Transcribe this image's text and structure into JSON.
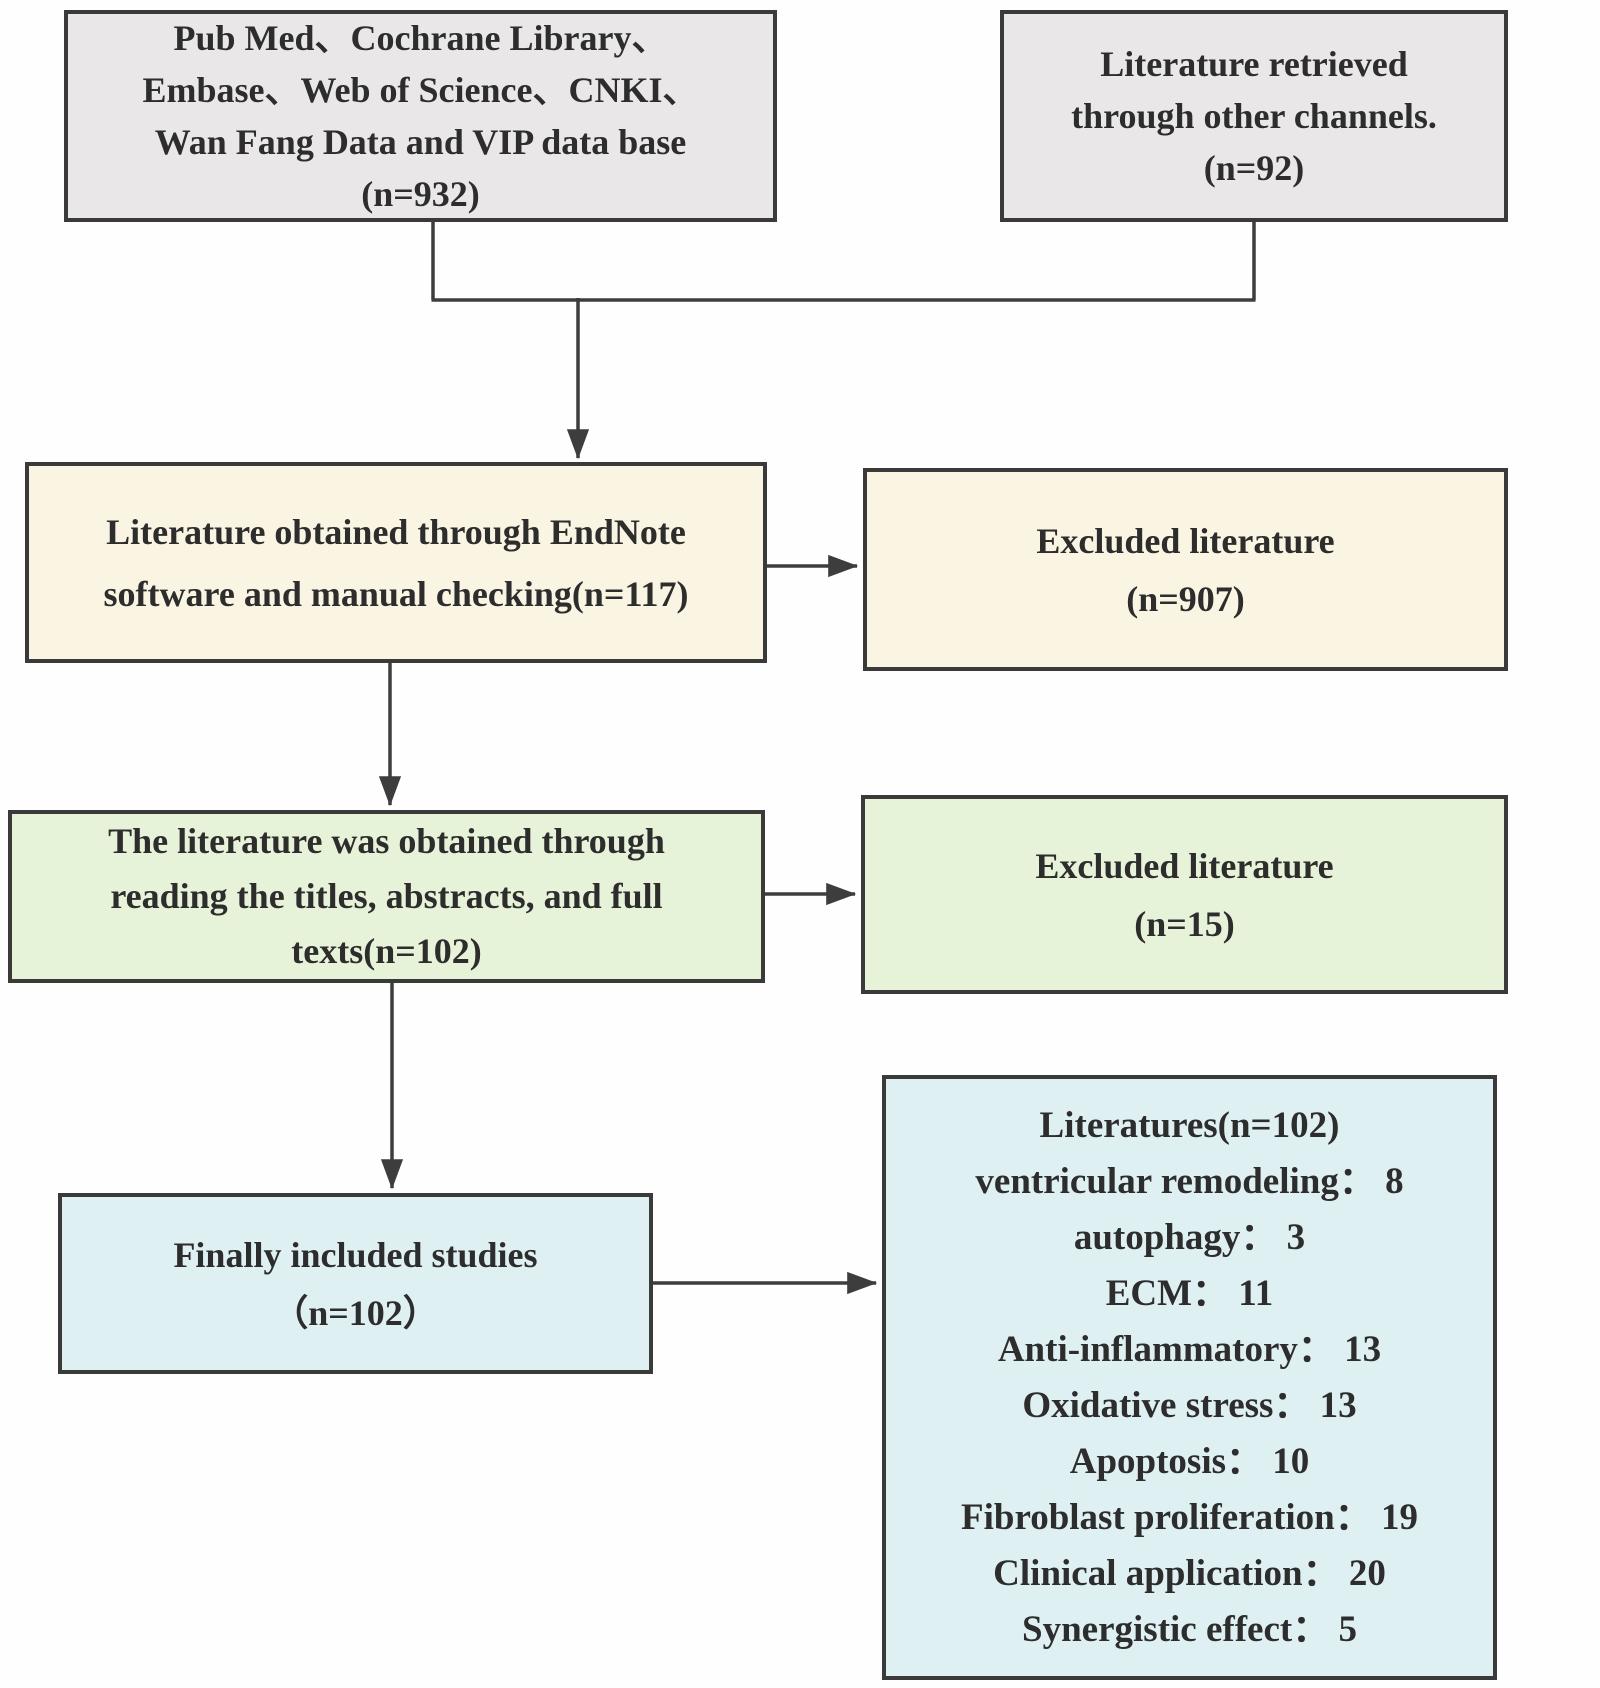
{
  "title": "Literature screening flow diagram",
  "colors": {
    "sources_gray": "#e9e7e8",
    "screening_cream": "#faf5e2",
    "eligibility_green": "#e7f3d8",
    "included_blue": "#dff0f2",
    "border_dark": "#3a3a3a",
    "line_dark": "#3d3d3d",
    "text_dark": "#2d2d2d"
  },
  "boxes": {
    "sources": {
      "lines": [
        "Pub Med、Cochrane Library、",
        "Embase、Web of Science、CNKI、",
        "Wan Fang Data and VIP data base",
        "(n=932)"
      ],
      "count": 932
    },
    "other_channels": {
      "lines": [
        "Literature retrieved",
        "through other channels.",
        "(n=92)"
      ],
      "count": 92
    },
    "endnote": {
      "lines": [
        "Literature obtained through EndNote",
        "software and manual checking(n=117)"
      ],
      "count": 117
    },
    "excluded_first": {
      "lines": [
        "Excluded literature",
        "(n=907)"
      ],
      "count": 907
    },
    "titles_abstracts": {
      "lines": [
        "The literature was obtained through",
        "reading the titles, abstracts, and full",
        "texts(n=102)"
      ],
      "count": 102
    },
    "excluded_second": {
      "lines": [
        "Excluded literature",
        "(n=15)"
      ],
      "count": 15
    },
    "final_included": {
      "lines": [
        "Finally included studies",
        "（n=102）"
      ],
      "count": 102
    },
    "categories": {
      "lines": [
        "Literatures(n=102)",
        "ventricular remodeling： 8",
        "autophagy： 3",
        "ECM： 11",
        "Anti-inflammatory： 13",
        "Oxidative stress： 13",
        "Apoptosis： 10",
        "Fibroblast proliferation： 19",
        "Clinical application： 20",
        "Synergistic effect： 5"
      ],
      "items": [
        {
          "label": "ventricular remodeling",
          "value": 8
        },
        {
          "label": "autophagy",
          "value": 3
        },
        {
          "label": "ECM",
          "value": 11
        },
        {
          "label": "Anti-inflammatory",
          "value": 13
        },
        {
          "label": "Oxidative stress",
          "value": 13
        },
        {
          "label": "Apoptosis",
          "value": 10
        },
        {
          "label": "Fibroblast proliferation",
          "value": 19
        },
        {
          "label": "Clinical application",
          "value": 20
        },
        {
          "label": "Synergistic effect",
          "value": 5
        }
      ],
      "total": 102
    }
  }
}
